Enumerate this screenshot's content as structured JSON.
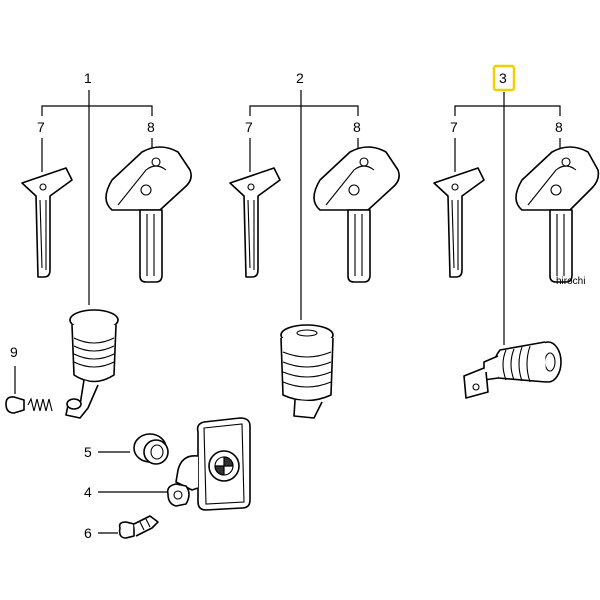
{
  "callouts": {
    "c1": "1",
    "c2": "2",
    "c3": "3",
    "c4": "4",
    "c5": "5",
    "c6": "6",
    "c7a": "7",
    "c7b": "7",
    "c7c": "7",
    "c8a": "8",
    "c8b": "8",
    "c8c": "8",
    "c9": "9"
  },
  "highlight": {
    "callout": "3",
    "color": "#f2d000"
  },
  "watermark": "hirochi"
}
